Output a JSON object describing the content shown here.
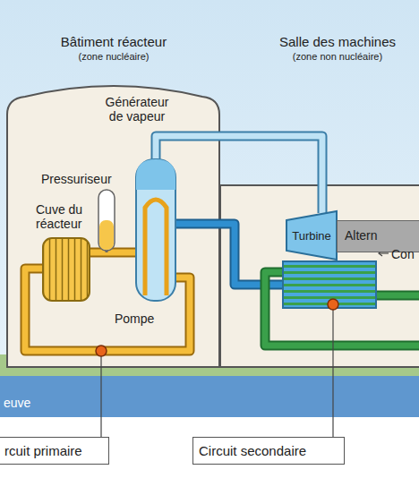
{
  "diagram": {
    "nodes": [
      {
        "text": [
          "Bâtiment réacteur",
          "(zone nucléaire)"
        ]
      },
      {
        "text": [
          "Salle des machines",
          "(zone non nucléaire)"
        ]
      },
      {
        "text": [
          "Turbine"
        ],
        "in": 1
      },
      {
        "text": [
          "Altern"
        ],
        "in": 1
      },
      {
        "text": [
          "euve"
        ]
      },
      {
        "text": [
          "rcuit primaire"
        ]
      },
      {
        "text": [
          "Circuit secondaire"
        ]
      }
    ],
    "labels": [
      "Générateur de vapeur",
      "Pressuriseur",
      "Cuve du réacteur",
      "Pompe",
      "Con"
    ]
  }
}
